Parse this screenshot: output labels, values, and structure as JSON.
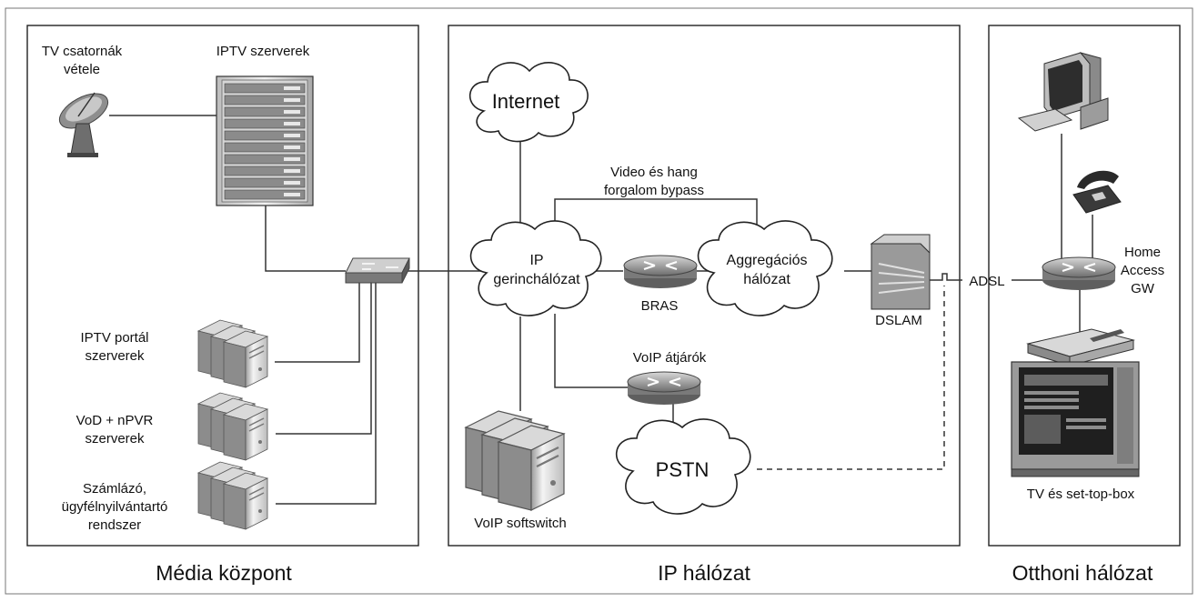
{
  "panels": {
    "media": "Média központ",
    "ip": "IP hálózat",
    "home": "Otthoni hálózat"
  },
  "labels": {
    "tv_channels_1": "TV csatornák",
    "tv_channels_2": "vétele",
    "iptv_servers": "IPTV szerverek",
    "portal_1": "IPTV portál",
    "portal_2": "szerverek",
    "vod_1": "VoD + nPVR",
    "vod_2": "szerverek",
    "billing_1": "Számlázó,",
    "billing_2": "ügyfélnyilvántartó",
    "billing_3": "rendszer",
    "internet": "Internet",
    "bypass_1": "Video és hang",
    "bypass_2": "forgalom bypass",
    "ip_core_1": "IP",
    "ip_core_2": "gerinchálózat",
    "bras": "BRAS",
    "aggregation_1": "Aggregációs",
    "aggregation_2": "hálózat",
    "dslam": "DSLAM",
    "voip_gw": "VoIP átjárók",
    "pstn": "PSTN",
    "voip_softswitch": "VoIP softswitch",
    "adsl": "ADSL",
    "home_gw_1": "Home",
    "home_gw_2": "Access",
    "home_gw_3": "GW",
    "tv_stb": "TV és set-top-box"
  },
  "colors": {
    "line": "#333333",
    "device_gray": "#8a8a8a",
    "server_light": "#e6e6e6"
  }
}
